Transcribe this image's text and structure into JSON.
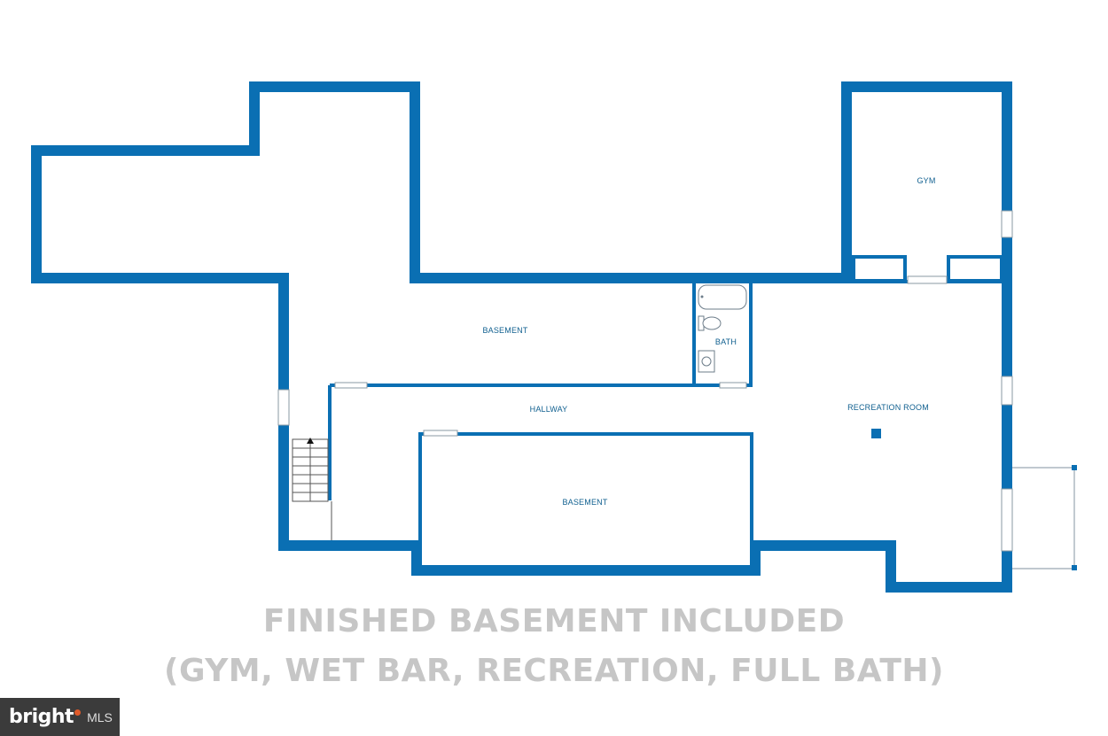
{
  "floorplan": {
    "rooms": [
      {
        "key": "basement_upper",
        "label": "BASEMENT"
      },
      {
        "key": "bath",
        "label": "BATH"
      },
      {
        "key": "gym",
        "label": "GYM"
      },
      {
        "key": "hallway",
        "label": "HALLWAY"
      },
      {
        "key": "recreation",
        "label": "RECREATION ROOM"
      },
      {
        "key": "basement_lower",
        "label": "BASEMENT"
      }
    ]
  },
  "caption": {
    "line1": "FINISHED BASEMENT INCLUDED",
    "line2": "(GYM, WET BAR, RECREATION, FULL BATH)"
  },
  "watermark": {
    "brand": "bright",
    "suffix": "MLS"
  },
  "colors": {
    "wall": "#0a6fb3",
    "caption": "#c6c6c6",
    "logo_bg": "#3b3b3b",
    "logo_dot": "#e05a2a"
  }
}
